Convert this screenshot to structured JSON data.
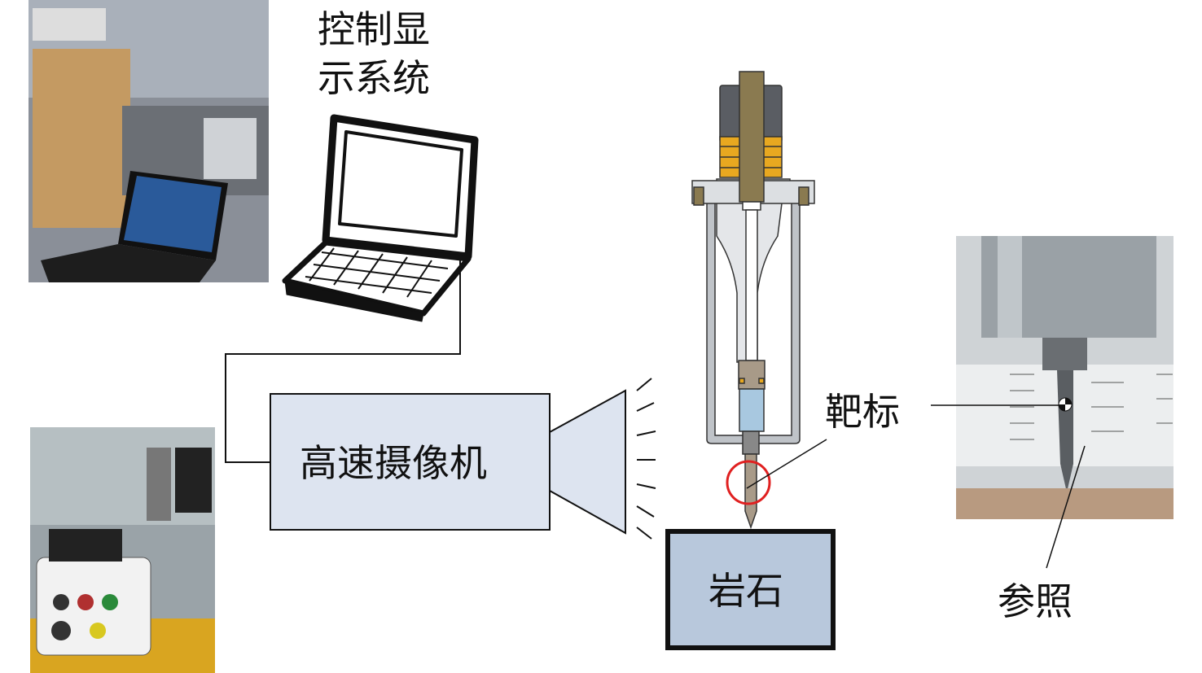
{
  "labels": {
    "control_line1": "控制显",
    "control_line2": "示系统",
    "camera": "高速摄像机",
    "target": "靶标",
    "rock": "岩石",
    "reference": "参照"
  },
  "colors": {
    "camera_fill": "#dde4f0",
    "rock_fill": "#b8c8dc",
    "highlight_circle": "#e02020",
    "coil": "#e8a820",
    "bolt": "#8a7a50"
  }
}
